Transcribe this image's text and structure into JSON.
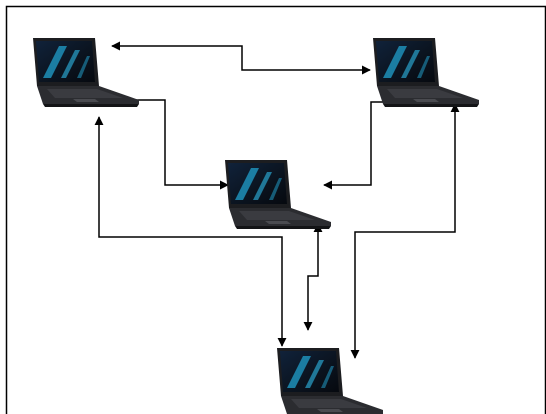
{
  "diagram": {
    "kind": "network-topology",
    "nodes": [
      {
        "id": "laptop-top-left",
        "icon": "laptop-icon"
      },
      {
        "id": "laptop-top-right",
        "icon": "laptop-icon"
      },
      {
        "id": "laptop-center",
        "icon": "laptop-icon"
      },
      {
        "id": "laptop-bottom",
        "icon": "laptop-icon"
      }
    ],
    "links": [
      {
        "from": "laptop-top-left",
        "to": "laptop-top-right",
        "direction": "both"
      },
      {
        "from": "laptop-top-left",
        "to": "laptop-center",
        "direction": "both"
      },
      {
        "from": "laptop-top-right",
        "to": "laptop-center",
        "direction": "both"
      },
      {
        "from": "laptop-bottom",
        "to": "laptop-top-left",
        "direction": "both"
      },
      {
        "from": "laptop-bottom",
        "to": "laptop-top-right",
        "direction": "both"
      },
      {
        "from": "laptop-center",
        "to": "laptop-bottom",
        "direction": "both"
      }
    ],
    "colors": {
      "frame": "#000000",
      "line": "#000000",
      "laptop_body": "#1c1d20",
      "laptop_deck": "#2b2c30",
      "screen_dark": "#0b1420",
      "screen_accent": "#1f8fb8"
    }
  }
}
